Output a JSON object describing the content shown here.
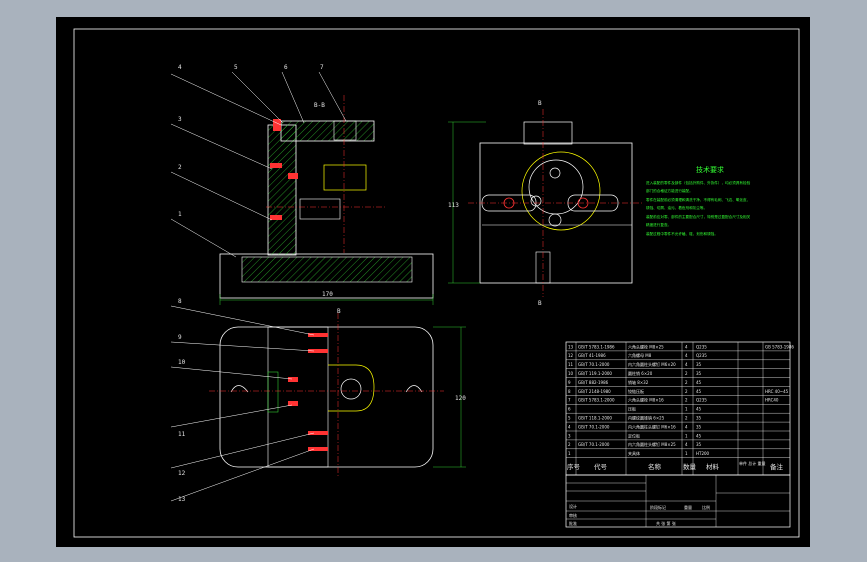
{
  "colors": {
    "background": "#a9b2bd",
    "canvas": "#000000",
    "geometry": "#ffffff",
    "hatch": "#33cc33",
    "dimension": "#33cc33",
    "centerline": "#ff3333",
    "notes_text": "#33ff33",
    "parts": "#ff3333",
    "leaders": "#ffffff",
    "highlight": "#ffff00"
  },
  "callouts_top": [
    "4",
    "5",
    "6",
    "7",
    "3",
    "2",
    "1"
  ],
  "callouts_bottom": [
    "8",
    "9",
    "10",
    "11",
    "12",
    "13"
  ],
  "section_marks": {
    "front_view": "B-B",
    "plan_view": "B",
    "side_view_top": "B",
    "side_view_bottom": "B"
  },
  "dimensions": {
    "front_width": "170",
    "side_height": "113",
    "plan_height": "120"
  },
  "tech_requirements": {
    "title": "技术要求",
    "lines": [
      "进入装配的零件及部件（包括外购件、外协件），均必须具有检验",
      "部门的合格证方能进行装配。",
      "零件在装配前必须清理和清洗干净，不得有毛刺、飞边、氧化皮、",
      "锈蚀、切屑、油污、着色剂和灰尘等。",
      "装配前应对零、部件的主要配合尺寸，特别是过盈配合尺寸及相关",
      "精度进行复查。",
      "装配过程中零件不允许磕、碰、划伤和锈蚀。"
    ]
  },
  "bom": {
    "rows": [
      {
        "no": "13",
        "code": "GB/T 5783.1-1986",
        "name": "六角头螺栓 M8×25",
        "qty": "4",
        "mat": "Q235",
        "remark": "GB 5783-1986"
      },
      {
        "no": "12",
        "code": "GB/T 41-1986",
        "name": "六角螺母 M8",
        "qty": "4",
        "mat": "Q235",
        "remark": ""
      },
      {
        "no": "11",
        "code": "GB/T 70.1-2000",
        "name": "内六角圆柱头螺钉 M6×20",
        "qty": "4",
        "mat": "35",
        "remark": ""
      },
      {
        "no": "10",
        "code": "GB/T 119.1-2000",
        "name": "圆柱销 6×20",
        "qty": "2",
        "mat": "35",
        "remark": ""
      },
      {
        "no": "9",
        "code": "GB/T 882-1986",
        "name": "销轴 8×32",
        "qty": "2",
        "mat": "45",
        "remark": ""
      },
      {
        "no": "8",
        "code": "GB/T 2148-1980",
        "name": "铰链压板",
        "qty": "2",
        "mat": "45",
        "remark": "HRC 40~45"
      },
      {
        "no": "7",
        "code": "GB/T 5783.1-2000",
        "name": "六角头螺栓 M8×16",
        "qty": "2",
        "mat": "Q235",
        "remark": "HRC40"
      },
      {
        "no": "6",
        "code": "",
        "name": "压板",
        "qty": "1",
        "mat": "45",
        "remark": ""
      },
      {
        "no": "5",
        "code": "GB/T 118.1-2000",
        "name": "内螺纹圆锥销 6×25",
        "qty": "2",
        "mat": "35",
        "remark": ""
      },
      {
        "no": "4",
        "code": "GB/T 70.1-2000",
        "name": "内六角圆柱头螺钉 M6×16",
        "qty": "4",
        "mat": "35",
        "remark": ""
      },
      {
        "no": "3",
        "code": "",
        "name": "定位板",
        "qty": "1",
        "mat": "45",
        "remark": ""
      },
      {
        "no": "2",
        "code": "GB/T 70.1-2000",
        "name": "内六角圆柱头螺钉 M8×25",
        "qty": "4",
        "mat": "35",
        "remark": ""
      },
      {
        "no": "1",
        "code": "",
        "name": "夹具体",
        "qty": "1",
        "mat": "HT200",
        "remark": ""
      }
    ],
    "header": {
      "no": "序号",
      "code": "代号",
      "name": "名称",
      "qty": "数量",
      "mat": "材料",
      "weight": "单件 总计 重量",
      "remark": "备注"
    }
  },
  "title_block": {
    "design": "设计",
    "check": "审核",
    "approve": "批准",
    "stage": "阶段标记",
    "weight": "重量",
    "scale": "比例",
    "sheet": "共 张 第 张"
  }
}
